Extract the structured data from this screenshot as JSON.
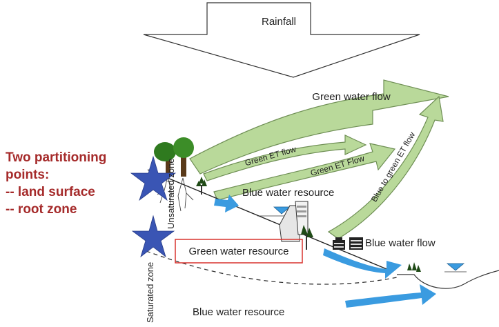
{
  "rainfall": "Rainfall",
  "green_water_flow": "Green water flow",
  "green_et_flow_1": "Green ET flow",
  "green_et_flow_2": "Green ET Flow",
  "blue_to_green_et_flow": "Blue to green ET flow",
  "blue_water_resource_upper": "Blue water resource",
  "blue_water_flow": "Blue water flow",
  "green_water_resource": "Green water resource",
  "blue_water_resource_lower": "Blue water resource",
  "unsaturated_zone": "Unsaturated zone",
  "saturated_zone": "Saturated zone",
  "callout": {
    "line1": "Two partitioning",
    "line2": "points:",
    "line3": "-- land surface",
    "line4": "-- root zone"
  },
  "colors": {
    "green_arrow_fill": "#b9d99a",
    "green_arrow_stroke": "#6f8f55",
    "blue_arrow": "#3a9be0",
    "star": "#3a55b4",
    "callout_text": "#a52a2a",
    "highlight_box": "#d9332f"
  }
}
